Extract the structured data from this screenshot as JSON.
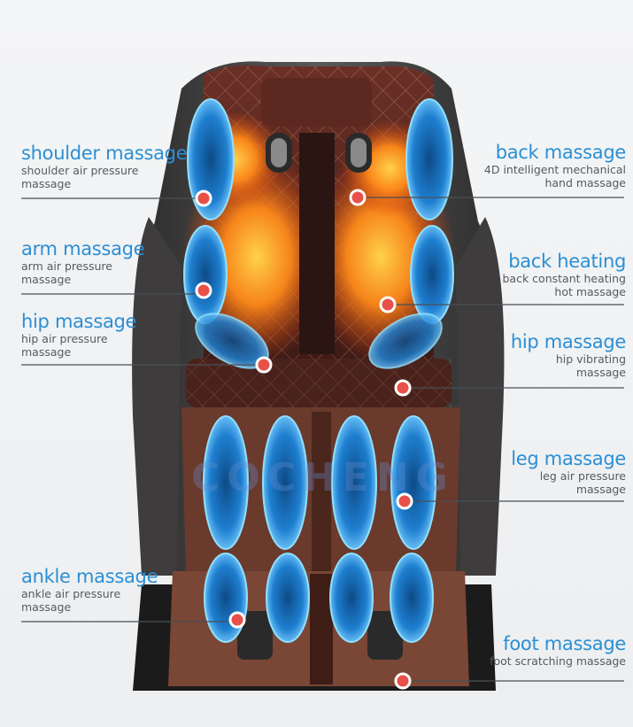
{
  "colors": {
    "accent_blue": "#2a8fd6",
    "desc_gray": "#555b60",
    "chair_brown": "#5a2a22",
    "heat_orange": "#ff7a12",
    "airbag_blue": "#3aa6ee",
    "point_red": "#e8504a"
  },
  "watermark": {
    "text": "COCHENG"
  },
  "callouts": {
    "shoulder": {
      "title": "shoulder massage",
      "desc1": "shoulder air pressure",
      "desc2": "massage"
    },
    "arm": {
      "title": "arm massage",
      "desc1": "arm air pressure",
      "desc2": "massage"
    },
    "hip_left": {
      "title": "hip massage",
      "desc1": "hip air pressure",
      "desc2": "massage"
    },
    "ankle": {
      "title": "ankle massage",
      "desc1": "ankle air pressure",
      "desc2": "massage"
    },
    "back": {
      "title": "back massage",
      "desc1": "4D intelligent mechanical",
      "desc2": "hand massage"
    },
    "heating": {
      "title": "back heating",
      "desc1": "back constant heating",
      "desc2": "hot massage"
    },
    "hip_right": {
      "title": "hip massage",
      "desc1": "hip vibrating",
      "desc2": "massage"
    },
    "leg": {
      "title": "leg massage",
      "desc1": "leg air pressure",
      "desc2": "massage"
    },
    "foot": {
      "title": "foot massage",
      "desc1": "foot scratching massage"
    }
  }
}
